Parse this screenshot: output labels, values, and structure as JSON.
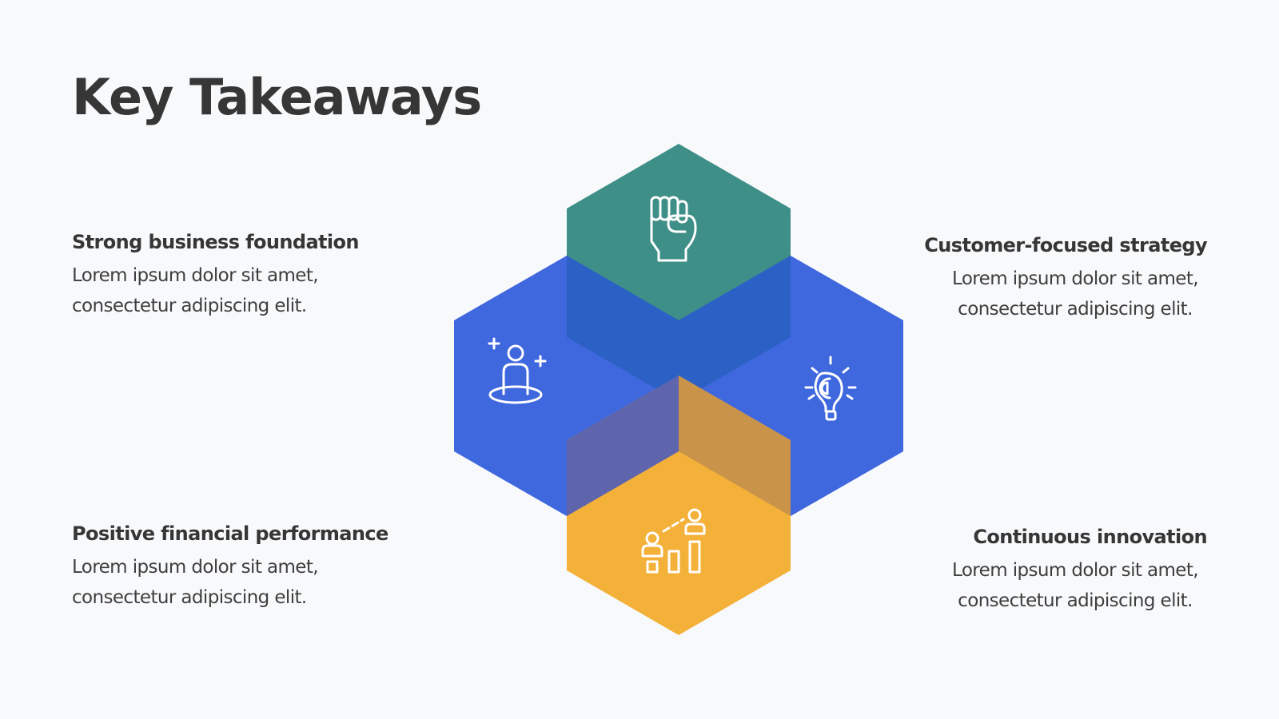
{
  "title": "Key Takeaways",
  "takeaways": [
    {
      "heading": "Strong business foundation",
      "body_line1": "Lorem ipsum dolor sit amet,",
      "body_line2": "consectetur adipiscing elit."
    },
    {
      "heading": "Customer-focused strategy",
      "body_line1": "Lorem ipsum dolor sit amet,",
      "body_line2": "consectetur adipiscing elit."
    },
    {
      "heading": "Positive financial performance",
      "body_line1": "Lorem ipsum dolor sit amet,",
      "body_line2": "consectetur adipiscing elit."
    },
    {
      "heading": "Continuous innovation",
      "body_line1": "Lorem ipsum dolor sit amet,",
      "body_line2": "consectetur adipiscing elit."
    }
  ],
  "hexagons": [
    {
      "name": "top",
      "color": "#3e8f87",
      "icon": "fist-icon"
    },
    {
      "name": "left",
      "color": "#3f67de",
      "icon": "person-plus-icon"
    },
    {
      "name": "right",
      "color": "#3f67de",
      "icon": "lightbulb-gear-icon"
    },
    {
      "name": "bottom",
      "color": "#f3b13a",
      "icon": "growth-chart-people-icon"
    }
  ],
  "colors": {
    "title_text": "#363636",
    "body_text": "#3e3e3e",
    "background": "#f8f9fb",
    "overlap_blue": "#2b61c4",
    "overlap_purple": "#5e65ac",
    "overlap_brown": "#c9934a"
  }
}
